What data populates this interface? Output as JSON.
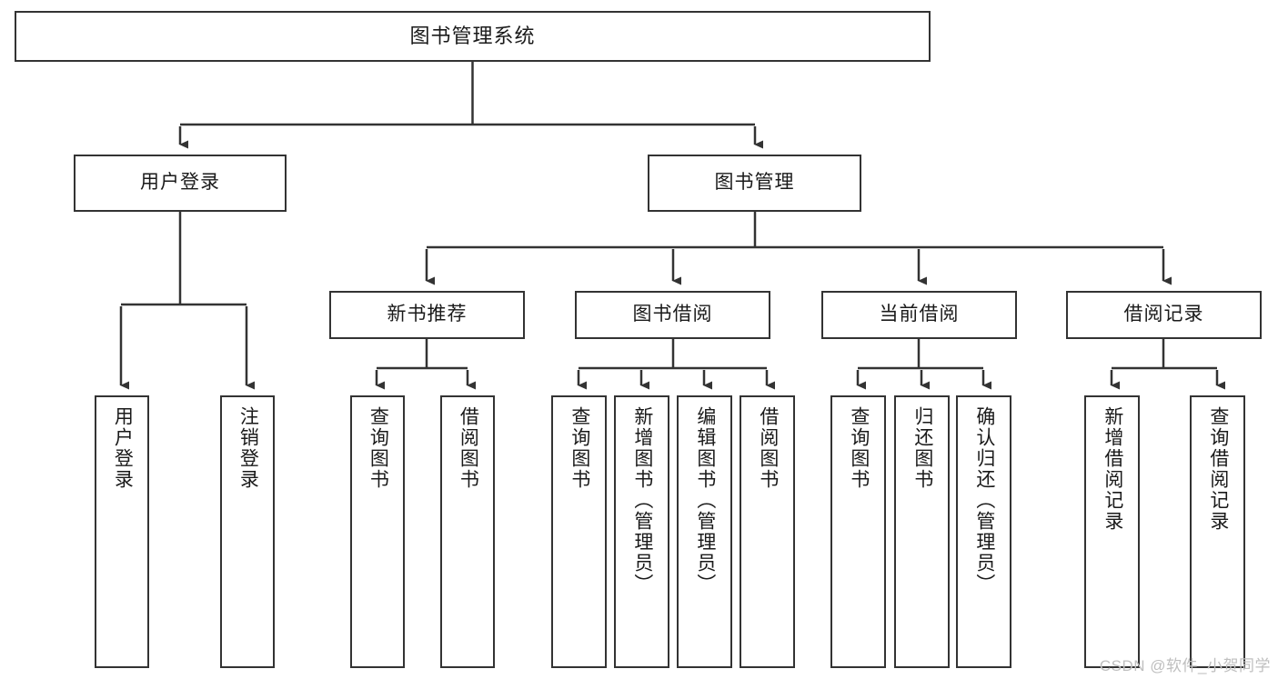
{
  "diagram": {
    "type": "tree",
    "title": "图书管理系统",
    "orientation": "top-down",
    "colors": {
      "box_border": "#333333",
      "box_fill": "#ffffff",
      "connector": "#333333",
      "text": "#1a1a1a",
      "watermark": "#bfbfbf",
      "background": "#ffffff"
    },
    "root": {
      "label": "图书管理系统"
    },
    "level2": [
      {
        "label": "用户登录"
      },
      {
        "label": "图书管理"
      }
    ],
    "level3": [
      {
        "label": "新书推荐"
      },
      {
        "label": "图书借阅"
      },
      {
        "label": "当前借阅"
      },
      {
        "label": "借阅记录"
      }
    ],
    "leaves": {
      "user_login": [
        {
          "label": "用户登录"
        },
        {
          "label": "注销登录"
        }
      ],
      "new_book_recommend": [
        {
          "label": "查询图书"
        },
        {
          "label": "借阅图书"
        }
      ],
      "book_borrow": [
        {
          "label": "查询图书"
        },
        {
          "label": "新增图书（管理员）"
        },
        {
          "label": "编辑图书（管理员）"
        },
        {
          "label": "借阅图书"
        }
      ],
      "current_borrow": [
        {
          "label": "查询图书"
        },
        {
          "label": "归还图书"
        },
        {
          "label": "确认归还（管理员）"
        }
      ],
      "borrow_records": [
        {
          "label": "新增借阅记录"
        },
        {
          "label": "查询借阅记录"
        }
      ]
    }
  },
  "watermark": {
    "text": "CSDN @软件_小贺同学"
  }
}
